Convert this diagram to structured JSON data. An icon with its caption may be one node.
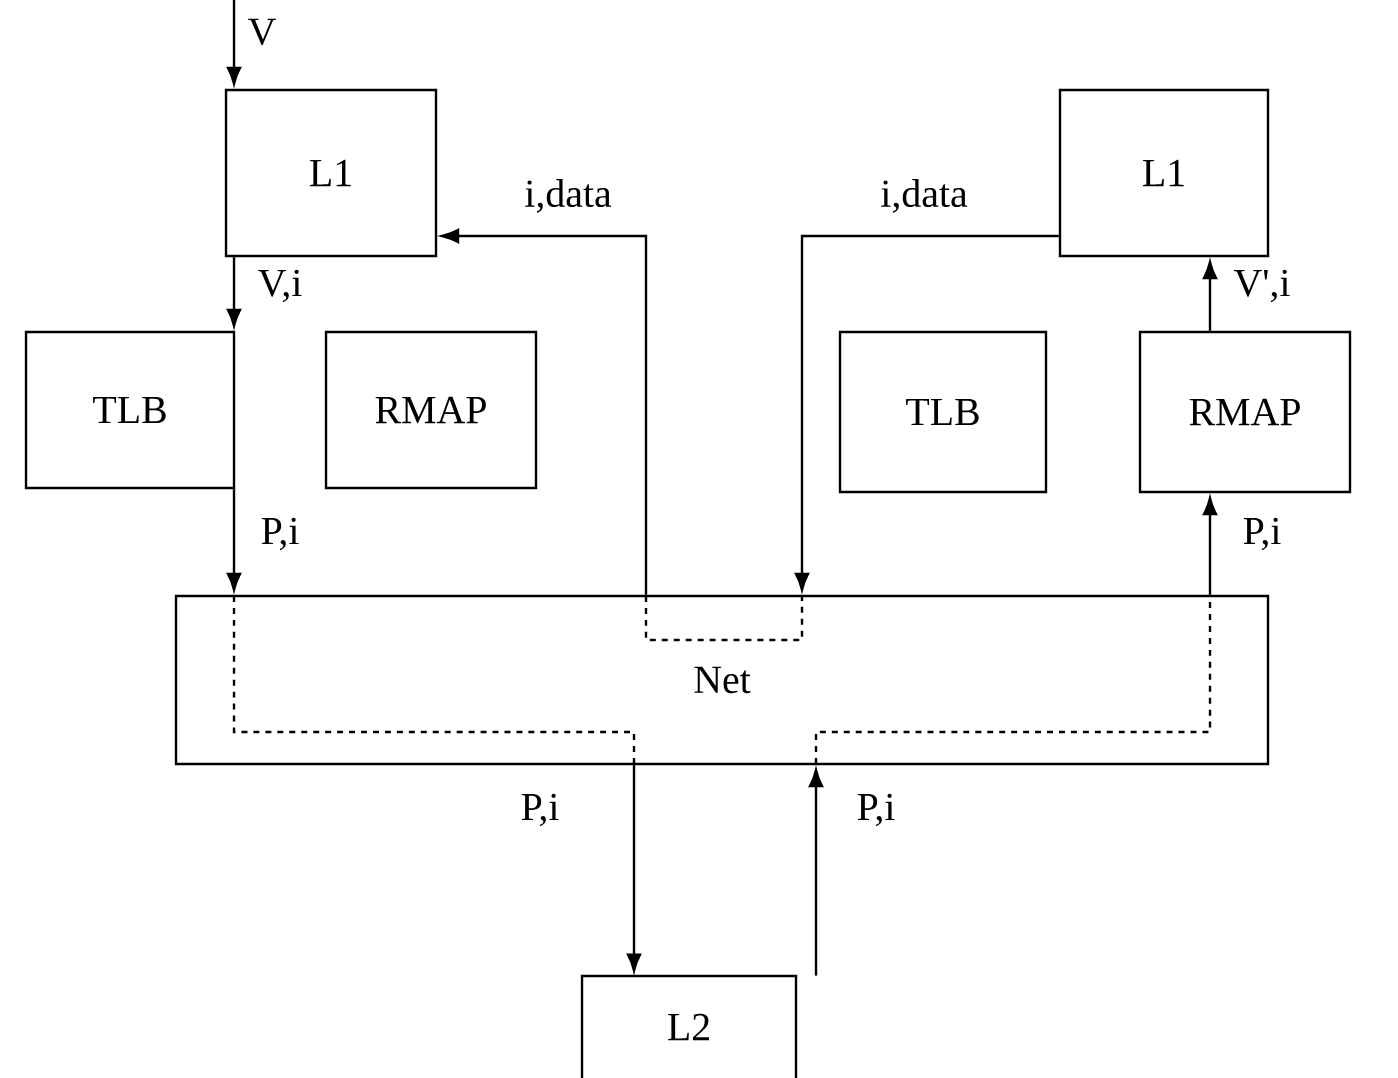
{
  "diagram": {
    "nodes": [
      {
        "text": [
          "L1"
        ]
      },
      {
        "text": [
          "L1"
        ]
      },
      {
        "text": [
          "TLB"
        ]
      },
      {
        "text": [
          "RMAP"
        ]
      },
      {
        "text": [
          "TLB"
        ]
      },
      {
        "text": [
          "RMAP"
        ]
      },
      {
        "text": [
          "Net"
        ]
      },
      {
        "text": [
          "L2"
        ]
      }
    ],
    "edges": [
      {
        "from": null,
        "to": 0,
        "arrow": "to",
        "label": "V"
      },
      {
        "from": 0,
        "to": 2,
        "arrow": "to",
        "label": "V,i"
      },
      {
        "from": 2,
        "to": 6,
        "arrow": "to",
        "label": "P,i"
      },
      {
        "from": 6,
        "to": 0,
        "arrow": "to",
        "label": "i,data"
      },
      {
        "from": 1,
        "to": 6,
        "arrow": "to",
        "label": "i,data"
      },
      {
        "from": 5,
        "to": 1,
        "arrow": "to",
        "label": "V',i"
      },
      {
        "from": 6,
        "to": 7,
        "arrow": "to",
        "label": "P,i"
      },
      {
        "from": 7,
        "to": 6,
        "arrow": "to",
        "label": "P,i"
      },
      {
        "from": 6,
        "to": 5,
        "arrow": "to",
        "label": "P,i"
      }
    ]
  }
}
